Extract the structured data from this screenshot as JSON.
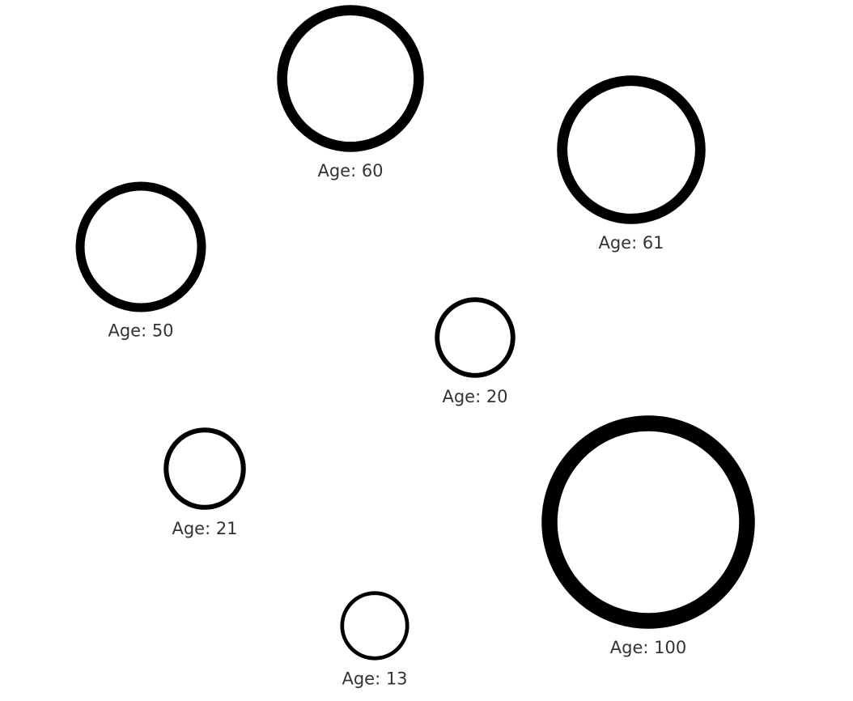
{
  "chart_data": {
    "type": "scatter",
    "title": "",
    "xlabel": "",
    "ylabel": "",
    "axes_visible": false,
    "grid": false,
    "legend": "none",
    "label_prefix": "Age: ",
    "points": [
      {
        "age": 60,
        "label": "Age: 60"
      },
      {
        "age": 61,
        "label": "Age: 61"
      },
      {
        "age": 50,
        "label": "Age: 50"
      },
      {
        "age": 20,
        "label": "Age: 20"
      },
      {
        "age": 21,
        "label": "Age: 21"
      },
      {
        "age": 100,
        "label": "Age: 100"
      },
      {
        "age": 13,
        "label": "Age: 13"
      }
    ],
    "colors": {
      "stroke": "#000000",
      "fill": "#ffffff",
      "label": "#333333"
    }
  }
}
